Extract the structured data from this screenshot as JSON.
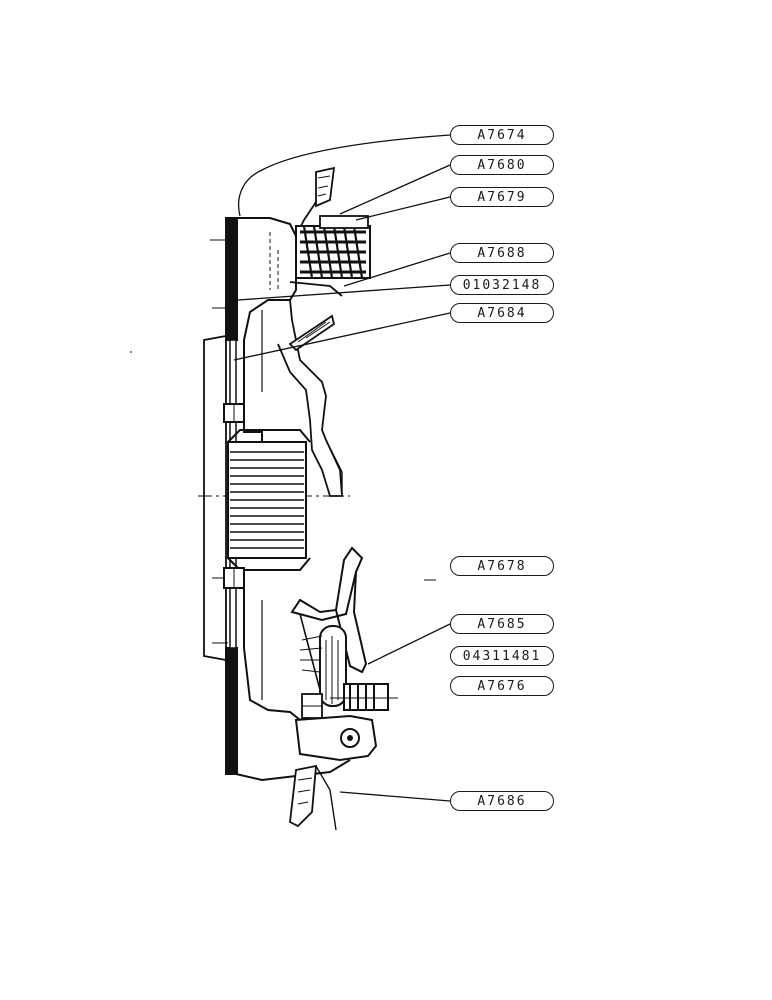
{
  "labels": {
    "a7674": "A7674",
    "a7680": "A7680",
    "a7679": "A7679",
    "a7688": "A7688",
    "p01032": "01032148",
    "a7684": "A7684",
    "a7678": "A7678",
    "a7685": "A7685",
    "p04311": "04311481",
    "a7676": "A7676",
    "a7686": "A7686"
  }
}
